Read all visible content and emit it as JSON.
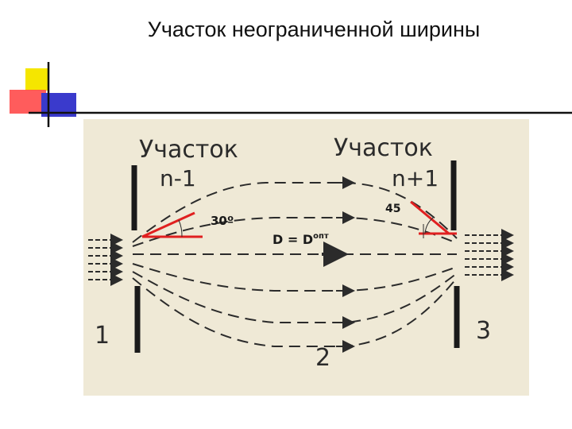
{
  "slide": {
    "title": "Участок неограниченной ширины"
  },
  "figure": {
    "label_left_top": "Участок",
    "label_left_bottom": "n-1",
    "label_right_top": "Участок",
    "label_right_bottom": "n+1",
    "zone_left": "1",
    "zone_middle": "2",
    "zone_right": "3",
    "angle_left": "30º",
    "angle_right": "45",
    "density_main": "D = D",
    "density_sup": "опт"
  },
  "colors": {
    "accent_red": "#e02020",
    "deco_yellow": "#f5e600",
    "deco_red": "#ff4a4a",
    "deco_blue": "#3a3acc",
    "figure_bg": "#efe9d6",
    "ink": "#2b2b2b"
  }
}
